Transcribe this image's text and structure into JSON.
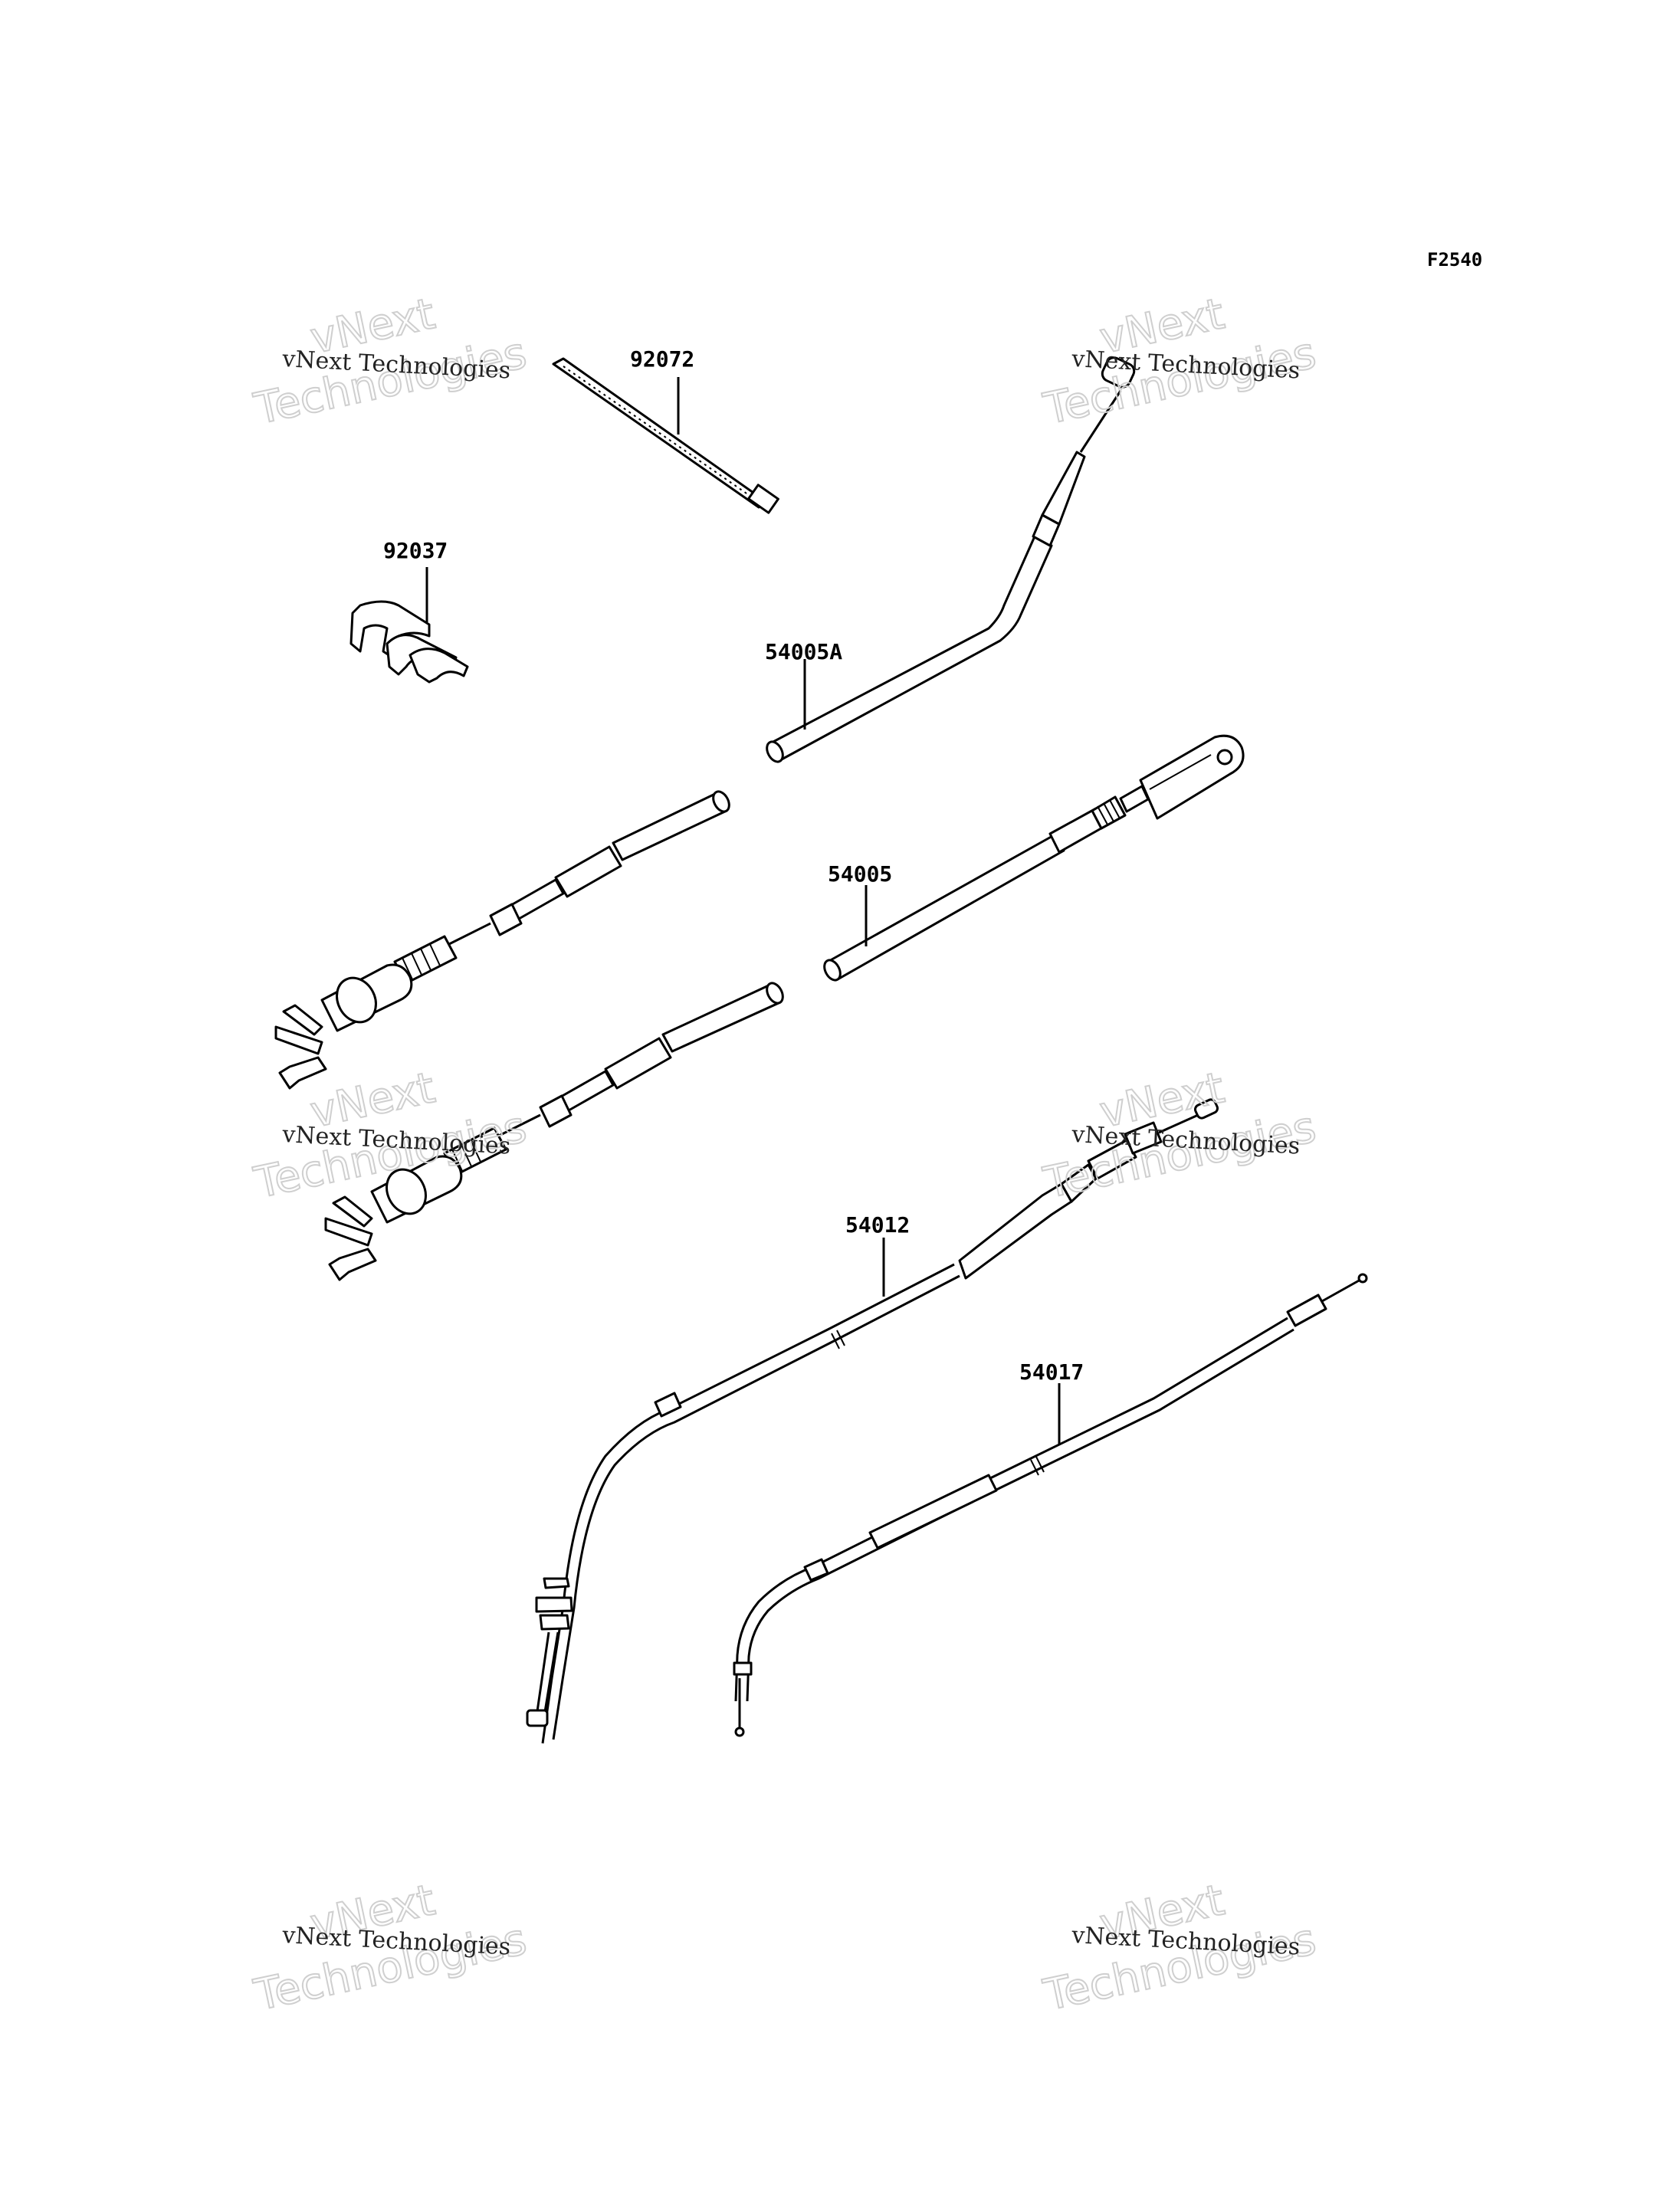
{
  "figure_code": "F2540",
  "watermark": {
    "line1": "vNext",
    "line2": "vNext Technologies",
    "line3": "Technologies"
  },
  "parts": [
    {
      "id": "cable-tie",
      "number": "92072"
    },
    {
      "id": "clamp",
      "number": "92037"
    },
    {
      "id": "brake-cable-a",
      "number": "54005A"
    },
    {
      "id": "brake-cable",
      "number": "54005"
    },
    {
      "id": "throttle-cable",
      "number": "54012"
    },
    {
      "id": "clutch-cable",
      "number": "54017"
    }
  ]
}
